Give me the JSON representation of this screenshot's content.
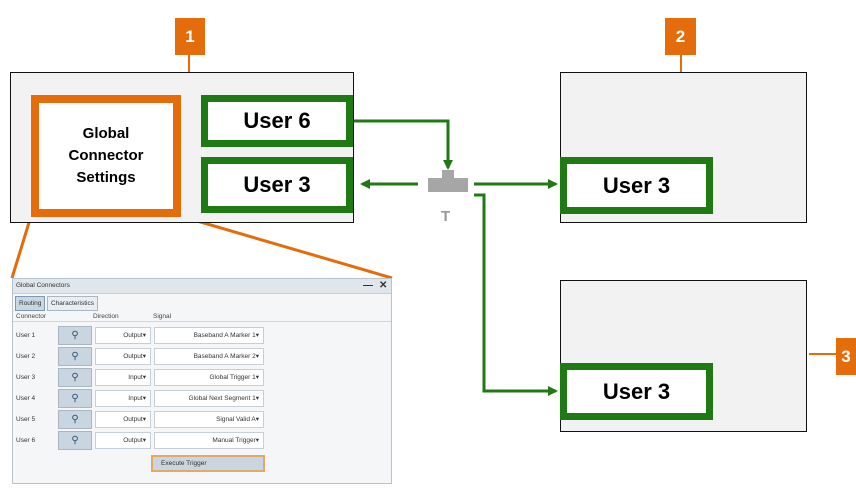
{
  "callouts": [
    "1",
    "2",
    "3"
  ],
  "instrument1": {
    "settings_label_lines": [
      "Global",
      "Connector",
      "Settings"
    ],
    "user_out": "User 6",
    "user_in": "User 3"
  },
  "instrument2": {
    "user": "User 3"
  },
  "instrument3": {
    "user": "User 3"
  },
  "tee_label": "T",
  "colors": {
    "orange": "#e46c0a",
    "green": "#1f7a14",
    "tee_gray": "#a6a6a6"
  },
  "dialog": {
    "title": "Global Connectors",
    "minimize_icon": "minimize-icon",
    "close_icon": "close-icon",
    "tabs": [
      "Routing",
      "Characteristics"
    ],
    "active_tab": "Routing",
    "headers": {
      "connector": "Connector",
      "direction": "Direction",
      "signal": "Signal"
    },
    "rows": [
      {
        "connector": "User 1",
        "direction": "Output",
        "signal": "Baseband A Marker 1"
      },
      {
        "connector": "User 2",
        "direction": "Output",
        "signal": "Baseband A Marker 2"
      },
      {
        "connector": "User 3",
        "direction": "Input",
        "signal": "Global Trigger 1"
      },
      {
        "connector": "User 4",
        "direction": "Input",
        "signal": "Global Next Segment 1"
      },
      {
        "connector": "User 5",
        "direction": "Output",
        "signal": "Signal Valid A"
      },
      {
        "connector": "User 6",
        "direction": "Output",
        "signal": "Manual Trigger"
      }
    ],
    "execute_button": "Execute Trigger"
  }
}
